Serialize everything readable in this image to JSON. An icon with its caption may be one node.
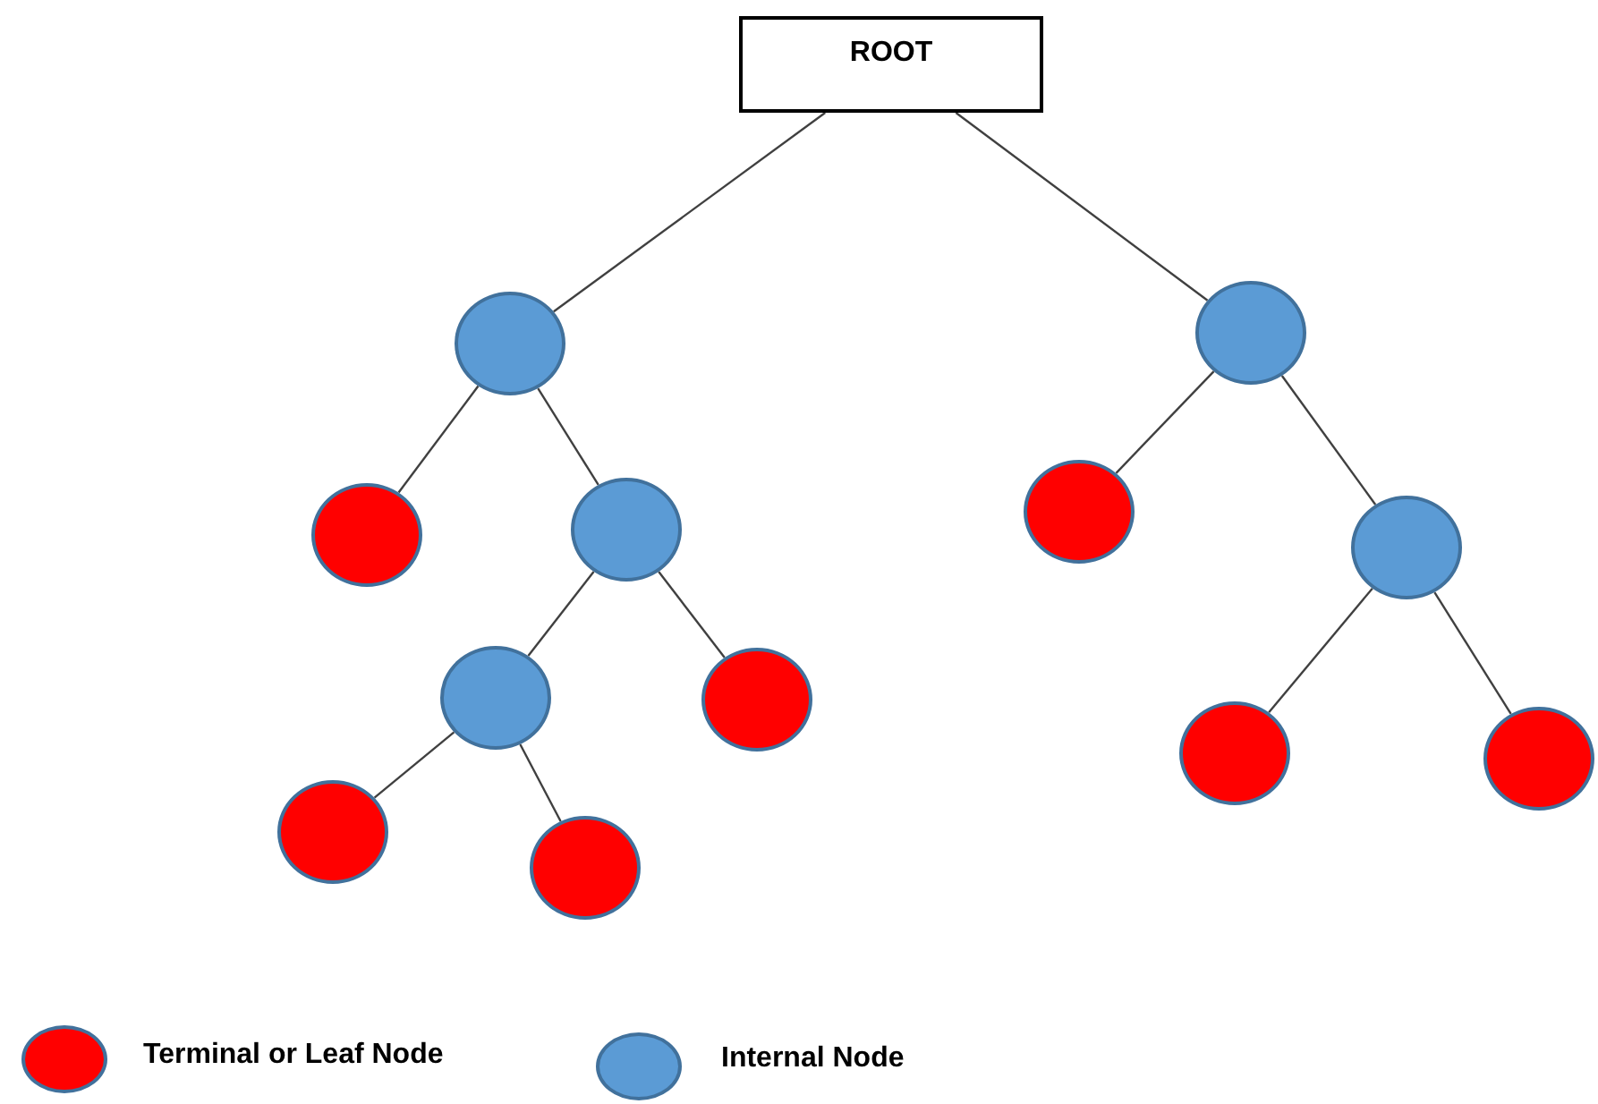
{
  "diagram": {
    "nodes": [
      {
        "text": [
          "ROOT"
        ]
      },
      {
        "text": [],
        "shape": "circle"
      },
      {
        "text": [],
        "shape": "circle"
      },
      {
        "text": [],
        "shape": "circle"
      },
      {
        "text": [],
        "shape": "circle"
      },
      {
        "text": [],
        "shape": "circle"
      },
      {
        "text": [],
        "shape": "circle"
      },
      {
        "text": [],
        "shape": "circle"
      },
      {
        "text": [],
        "shape": "circle"
      },
      {
        "text": [],
        "shape": "circle"
      },
      {
        "text": [],
        "shape": "circle"
      },
      {
        "text": [],
        "shape": "circle"
      },
      {
        "text": [],
        "shape": "circle"
      }
    ],
    "edges": [
      {
        "from": 0,
        "to": 1,
        "arrow": "none"
      },
      {
        "from": 0,
        "to": 2,
        "arrow": "none"
      },
      {
        "from": 1,
        "to": 3,
        "arrow": "none"
      },
      {
        "from": 1,
        "to": 4,
        "arrow": "none"
      },
      {
        "from": 2,
        "to": 5,
        "arrow": "none"
      },
      {
        "from": 2,
        "to": 6,
        "arrow": "none"
      },
      {
        "from": 4,
        "to": 7,
        "arrow": "none"
      },
      {
        "from": 4,
        "to": 8,
        "arrow": "none"
      },
      {
        "from": 7,
        "to": 9,
        "arrow": "none"
      },
      {
        "from": 7,
        "to": 10,
        "arrow": "none"
      },
      {
        "from": 6,
        "to": 11,
        "arrow": "none"
      },
      {
        "from": 6,
        "to": 12,
        "arrow": "none"
      }
    ],
    "legend": [
      {
        "text": "Terminal or Leaf Node",
        "color": "#ff0000"
      },
      {
        "text": "Internal Node",
        "color": "#5b9bd5"
      }
    ]
  }
}
